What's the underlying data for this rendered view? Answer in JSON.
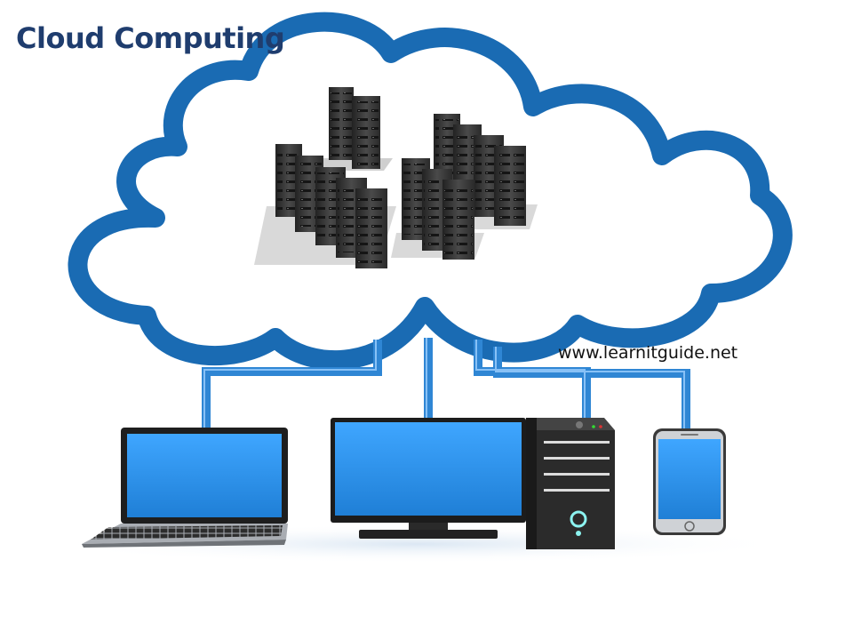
{
  "title": "Cloud Computing",
  "source": "www.learnitguide.net",
  "colors": {
    "cloud_outline": "#1a6bb3",
    "connector": "#2f86d4",
    "screen": "#2e95ee",
    "server_body": "#3a3a3a",
    "title": "#1f3d6e"
  },
  "diagram": {
    "cloud": {
      "label": "cloud",
      "contents": "server-racks"
    },
    "devices": [
      "laptop",
      "monitor",
      "desktop-tower",
      "smartphone"
    ],
    "connections": [
      {
        "from": "cloud",
        "to": "laptop"
      },
      {
        "from": "cloud",
        "to": "monitor"
      },
      {
        "from": "cloud",
        "to": "desktop-tower"
      },
      {
        "from": "cloud",
        "to": "smartphone"
      }
    ]
  }
}
